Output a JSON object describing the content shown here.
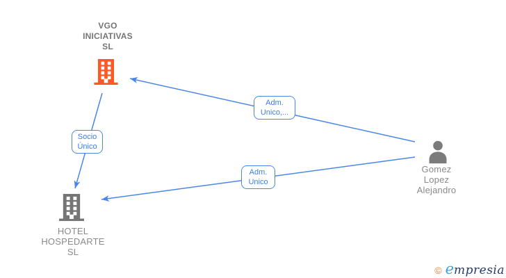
{
  "diagram": {
    "nodes": {
      "vgo": {
        "lines": [
          "VGO",
          "INICIATIVAS",
          "SL"
        ],
        "icon": "building-icon",
        "icon_color": "#fa5a28"
      },
      "hotel": {
        "lines": [
          "HOTEL",
          "HOSPEDARTE",
          "SL"
        ],
        "icon": "building-icon",
        "icon_color": "#757575"
      },
      "person": {
        "lines": [
          "Gomez",
          "Lopez",
          "Alejandro"
        ],
        "icon": "person-icon",
        "icon_color": "#7b7b7b"
      }
    },
    "edges": [
      {
        "from": "Gomez Lopez Alejandro",
        "to": "VGO INICIATIVAS SL",
        "label_lines": [
          "Adm.",
          "Unico,..."
        ]
      },
      {
        "from": "VGO INICIATIVAS SL",
        "to": "HOTEL HOSPEDARTE SL",
        "label_lines": [
          "Socio",
          "Único"
        ]
      },
      {
        "from": "Gomez Lopez Alejandro",
        "to": "HOTEL HOSPEDARTE SL",
        "label_lines": [
          "Adm.",
          "Unico"
        ]
      }
    ]
  },
  "watermark": {
    "copyright": "©",
    "brand_first_letter": "e",
    "brand_rest": "mpresia"
  },
  "colors": {
    "edge_blue": "#4a86e8",
    "edge_label_text": "#3c7de8",
    "node_text_gray": "#8a8a8a",
    "vgo_orange": "#fa5a28",
    "icon_gray": "#757575",
    "watermark_copyright": "#f08030",
    "watermark_e": "#3f9fd8",
    "watermark_rest": "#253a6e",
    "background": "#ffffff"
  }
}
